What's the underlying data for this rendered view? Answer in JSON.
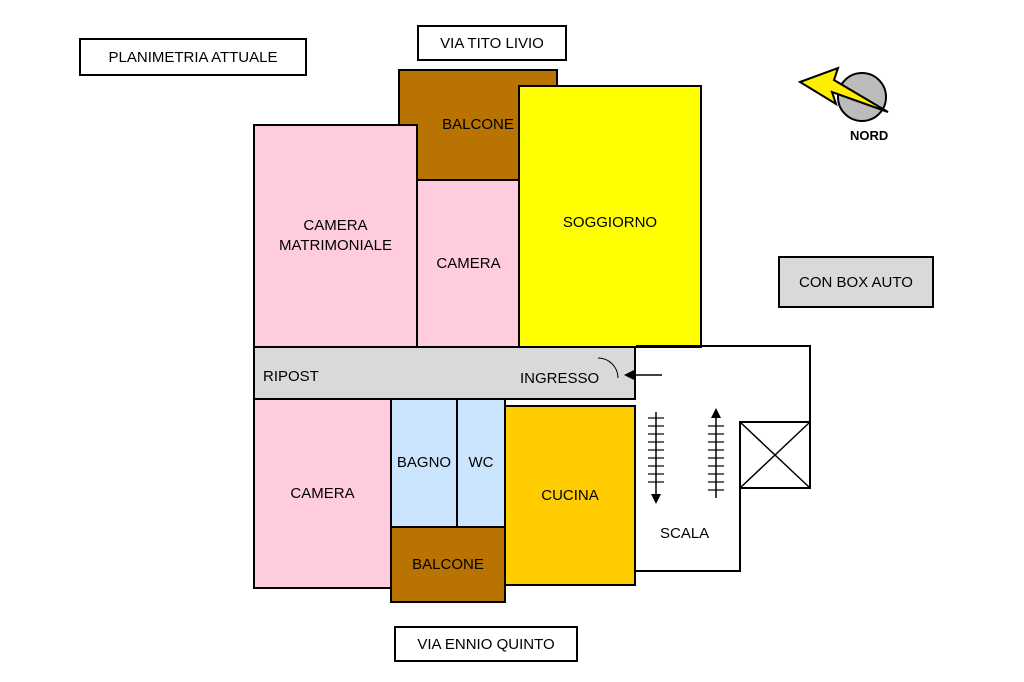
{
  "title": "PLANIMETRIA ATTUALE",
  "streets": {
    "top": "VIA TITO LIVIO",
    "bottom": "VIA ENNIO QUINTO"
  },
  "note": "CON BOX AUTO",
  "compass": {
    "label": "NORD",
    "icon": "north-arrow-icon"
  },
  "rooms": {
    "balcone_top": "BALCONE",
    "camera_matrimoniale": "CAMERA\nMATRIMONIALE",
    "camera_top": "CAMERA",
    "soggiorno": "SOGGIORNO",
    "ripost": "RIPOST",
    "ingresso": "INGRESSO",
    "camera_bottom": "CAMERA",
    "bagno": "BAGNO",
    "wc": "WC",
    "cucina": "CUCINA",
    "balcone_bottom": "BALCONE",
    "scala": "SCALA"
  },
  "colors": {
    "pink": "#FFCCDD",
    "brown": "#B87300",
    "yellow": "#FFFF00",
    "gray": "#D9D9D9",
    "blue": "#CCE5FF",
    "orange": "#FFCC00",
    "note_bg": "#D9D9D9"
  }
}
